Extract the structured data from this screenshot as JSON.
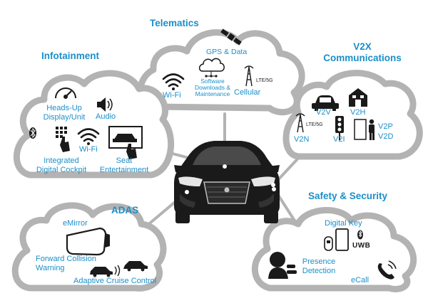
{
  "clouds": {
    "telematics": {
      "title": "Telematics",
      "gps": "GPS & Data",
      "wifi": "Wi-Fi",
      "software": [
        "Software",
        "Downloads &",
        "Maintenance"
      ],
      "lte": "LTE/5G",
      "cellular": "Cellular"
    },
    "v2x": {
      "title": [
        "V2X",
        "Communications"
      ],
      "v2v": "V2V",
      "v2h": "V2H",
      "lte": "LTE/5G",
      "v2n": "V2N",
      "v2i": "V2I",
      "v2p": "V2P",
      "v2d": "V2D"
    },
    "infotainment": {
      "title": "Infotainment",
      "hud": [
        "Heads-Up",
        "Display/Unit"
      ],
      "audio": "Audio",
      "wifi": "Wi-Fi",
      "cockpit": [
        "Integrated",
        "Digital Cockpit"
      ],
      "seat": [
        "Seat",
        "Entertainment"
      ]
    },
    "adas": {
      "title": "ADAS",
      "emirror": "eMirror",
      "fcw": [
        "Forward Collision",
        "Warning"
      ],
      "acc": "Adaptive Cruise Control"
    },
    "safety": {
      "title": "Safety & Security",
      "digital_key": "Digital Key",
      "uwb": "UWB",
      "presence": [
        "Presence",
        "Detection"
      ],
      "ecall": "eCall"
    }
  },
  "colors": {
    "accent": "#1b8fc9",
    "cloud_stroke": "#b3b3b3",
    "icon": "#1a1a1a"
  }
}
